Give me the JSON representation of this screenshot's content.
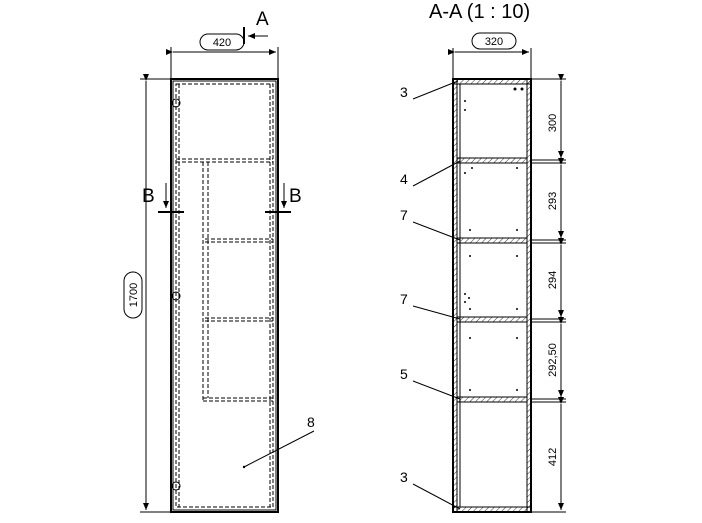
{
  "front_view": {
    "section_letter": "A",
    "width_dim": "420",
    "height_dim": "1700",
    "section_b_left": "B",
    "section_b_right": "B",
    "part_label": "8"
  },
  "section_view": {
    "title": "A-A (1 : 10)",
    "depth_dim": "320",
    "compartment_dims": [
      "300",
      "293",
      "294",
      "292,50",
      "412"
    ],
    "part_labels": [
      "3",
      "4",
      "7",
      "7",
      "5",
      "3"
    ]
  }
}
